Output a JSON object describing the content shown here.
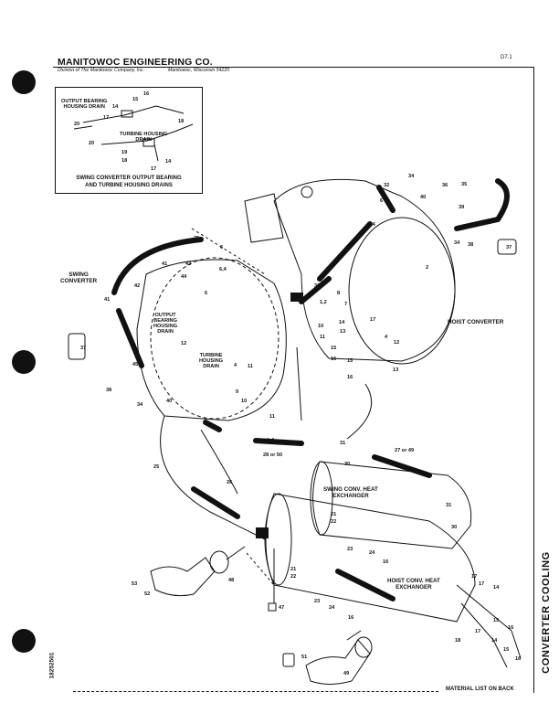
{
  "header": {
    "company": "MANITOWOC ENGINEERING CO.",
    "division": "Division of The Manitowoc Company, Inc.",
    "location": "Manitowoc, Wisconsin 54220",
    "page_code": "D7.1"
  },
  "inset": {
    "caption_line1": "SWING CONVERTER OUTPUT BEARING",
    "caption_line2": "AND TURBINE HOUSING DRAINS",
    "label_output_bearing": "OUTPUT BEARING\nHOUSING DRAIN",
    "label_turbine_housing": "TURBINE HOUSING\nDRAIN",
    "callouts": [
      "16",
      "15",
      "14",
      "17",
      "20",
      "20",
      "18",
      "19",
      "18",
      "14",
      "17"
    ]
  },
  "labels": {
    "swing_converter": "SWING\nCONVERTER",
    "hoist_converter": "HOIST CONVERTER",
    "output_bearing_drain": "OUTPUT\nBEARING\nHOUSING\nDRAIN",
    "turbine_housing_drain": "TURBINE\nHOUSING\nDRAIN",
    "swing_heat_exchanger": "SWING CONV. HEAT\nEXCHANGER",
    "hoist_heat_exchanger": "HOIST CONV. HEAT\nEXCHANGER"
  },
  "callouts": [
    "34",
    "32",
    "36",
    "35",
    "40",
    "39",
    "6",
    "6,4",
    "34",
    "38",
    "37",
    "2",
    "25",
    "6",
    "41",
    "43",
    "44",
    "42",
    "41",
    "6,4",
    "6",
    "12",
    "37",
    "45",
    "38",
    "34",
    "40",
    "4",
    "11",
    "10",
    "9",
    "11",
    "32",
    "1,2",
    "8",
    "7",
    "10",
    "11",
    "13",
    "14",
    "16",
    "15",
    "17",
    "4",
    "15",
    "16",
    "12",
    "13",
    "28 or 50",
    "31",
    "27 or 49",
    "25",
    "26",
    "30",
    "31",
    "30",
    "31",
    "21",
    "22",
    "23",
    "24",
    "16",
    "21",
    "22",
    "23",
    "24",
    "16",
    "17",
    "17",
    "14",
    "15",
    "16",
    "18",
    "17",
    "14",
    "15",
    "16",
    "53",
    "52",
    "48",
    "47",
    "51",
    "49"
  ],
  "side_title": "CONVERTER COOLING",
  "left_code": "18252501",
  "footer": "MATERIAL LIST ON BACK"
}
